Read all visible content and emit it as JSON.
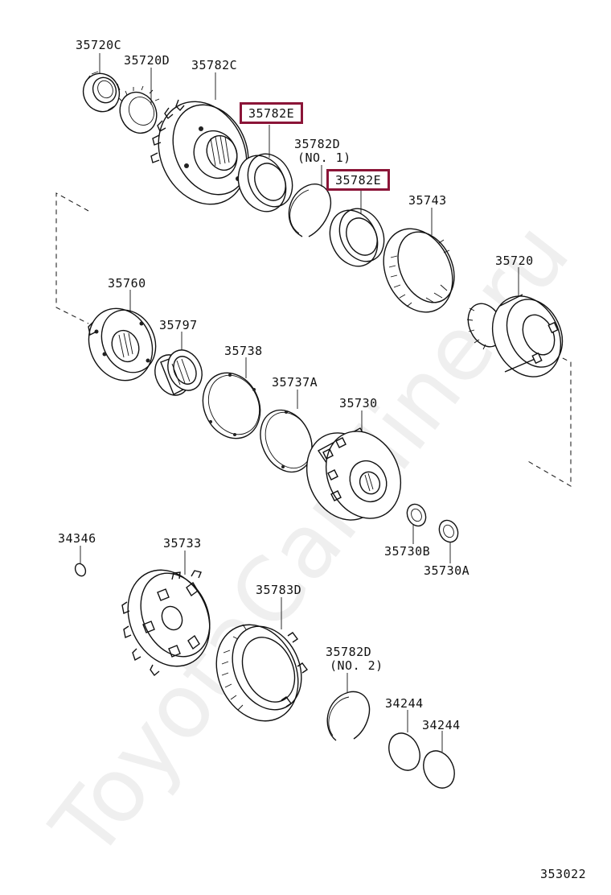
{
  "diagram": {
    "part_labels": {
      "p35720C": "35720C",
      "p35720D": "35720D",
      "p35782C": "35782C",
      "p35782E_1": "35782E",
      "p35782D_1": "35782D",
      "p35782D_1_sub": "(NO. 1)",
      "p35782E_2": "35782E",
      "p35743": "35743",
      "p35720": "35720",
      "p35760": "35760",
      "p35797": "35797",
      "p35738": "35738",
      "p35737A": "35737A",
      "p35730": "35730",
      "p34346": "34346",
      "p35733": "35733",
      "p35730B": "35730B",
      "p35730A": "35730A",
      "p35783D": "35783D",
      "p35782D_2": "35782D",
      "p35782D_2_sub": "(NO. 2)",
      "p34244_1": "34244",
      "p34244_2": "34244"
    },
    "figure_number": "353022",
    "watermark": "ToyotaCarMine.ru",
    "highlight_color": "#8b1538"
  }
}
